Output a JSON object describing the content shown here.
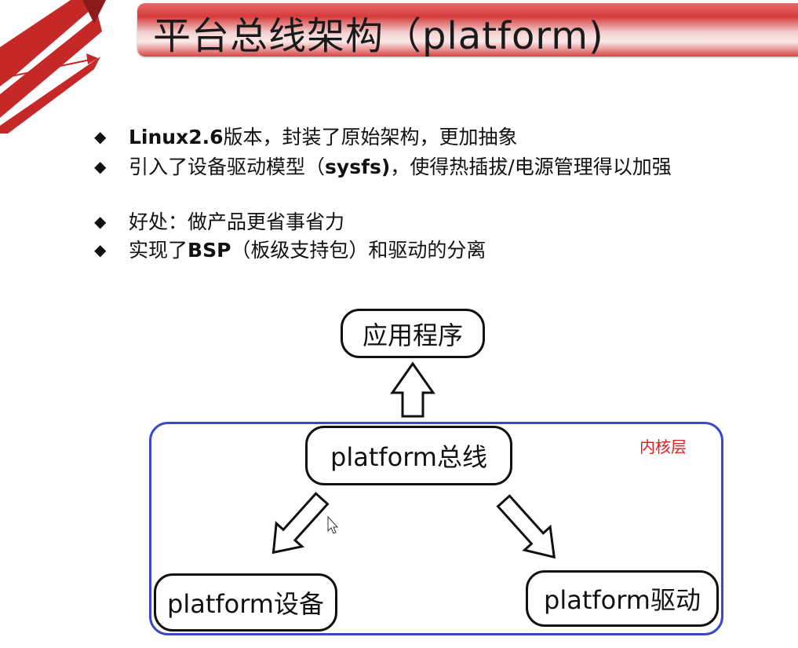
{
  "title": "平台总线架构（platform)",
  "bullets": [
    {
      "bold": "Linux2.6",
      "text": "版本，封装了原始架构，更加抽象"
    },
    {
      "pre": "引入了设备驱动模型（",
      "bold": "sysfs)",
      "text": "，使得热插拔/电源管理得以加强"
    },
    {
      "text": "好处：做产品更省事省力"
    },
    {
      "pre": "实现了",
      "bold": "BSP",
      "text": "（板级支持包）和驱动的分离"
    }
  ],
  "diagram": {
    "app_node": "应用程序",
    "bus_node": "platform总线",
    "device_node": "platform设备",
    "driver_node": "platform驱动",
    "kernel_label": "内核层",
    "kernel_border_color": "#3949c9",
    "kernel_label_color": "#e02020"
  }
}
